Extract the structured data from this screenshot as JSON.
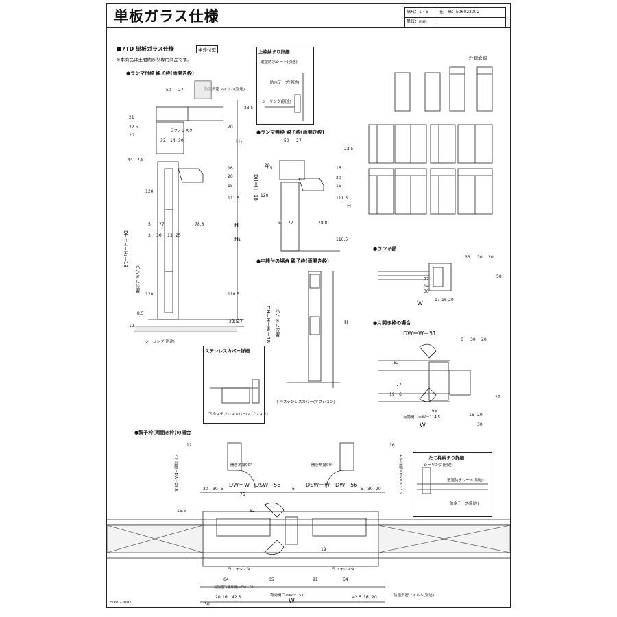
{
  "header": {
    "title": "単板ガラス仕様",
    "scale": "縮尺：1／6",
    "unit": "単位：mm",
    "source": "在　来：E06022002"
  },
  "spec": {
    "model": "■7TD 単板ガラス仕様",
    "tag": "半外付型",
    "note": "※本商品は土間納まり専用商品です。"
  },
  "sections": {
    "transom_frame": "●ランマ付枠 親子枠(両開き枠)",
    "no_transom": "●ランマ無枠 親子枠(両開き枠)",
    "mullion": "●中桟付の場合 親子枠(両開き枠)",
    "transom_part": "●ランマ部",
    "single_frame": "●片開き枠の場合",
    "parent_child": "●親子枠(両開き枠)の場合",
    "top_detail": "上枠納まり詳細",
    "stainless_detail": "ステンレスカバー詳細",
    "jamb_detail": "たて枠納まり詳細",
    "exterior": "外観姿図"
  },
  "labels": {
    "moisture_film": "防湿気密フィルム(別途)",
    "breathable_sheet": "透湿防水シート(別途)",
    "waterproof_tape": "防水テープ(別途)",
    "sealing": "シーリング(別途)",
    "laforesta": "ラフォレスタ",
    "bottom_cover": "下枠ステンレスカバー(オプション)",
    "handle_pos": "ハンドル位置",
    "open_angle": "開き角度90°",
    "door_width_l": "ドア出幅＝DW＋28.5",
    "door_width_r": "ドア出幅＝DSW＋32.5",
    "effective_open": "有効開口＝W－157",
    "effective_open_single": "有効開口＝W－114.5",
    "dw_single": "DW＝W－51",
    "dw_double": "DW＝W－DSW－56",
    "dsw_double": "DSW＝W－DW－56",
    "effective_sub": "有効開口(親扉側)＝DW－63",
    "dh_full": "DH＝H－H₁－18",
    "dh_short": "DH＝H－18",
    "h": "H",
    "h1": "H₁",
    "h2": "H₂",
    "w": "W"
  },
  "dims": {
    "top": [
      "50",
      "27",
      "21",
      "22.5",
      "20",
      "23.5",
      "33",
      "14",
      "30",
      "44",
      "7.5",
      "20",
      "16",
      "20",
      "15",
      "120",
      "111.5",
      "78.8",
      "3",
      "36",
      "13",
      "25",
      "5",
      "77",
      "110.5",
      "120",
      "19",
      "8.5",
      "22",
      "15",
      "37"
    ],
    "mid": [
      "50",
      "27",
      "23.5",
      "20",
      "7.5",
      "16",
      "20",
      "15",
      "120",
      "111.5",
      "5",
      "77",
      "78.8",
      "110.5"
    ],
    "transom": [
      "33",
      "30",
      "20",
      "77",
      "14",
      "30",
      "50",
      "17",
      "16",
      "20"
    ],
    "single": [
      "6",
      "30",
      "20",
      "62",
      "77",
      "19",
      "6",
      "65",
      "16",
      "20",
      "27",
      "30"
    ],
    "double": [
      "20",
      "30",
      "5",
      "75",
      "6",
      "5",
      "30",
      "20",
      "64",
      "65",
      "91",
      "64",
      "20",
      "16",
      "42.5",
      "42.5",
      "16",
      "20",
      "30",
      "15.5",
      "12",
      "16",
      "62",
      "19"
    ]
  },
  "footer_code": "E06022002"
}
